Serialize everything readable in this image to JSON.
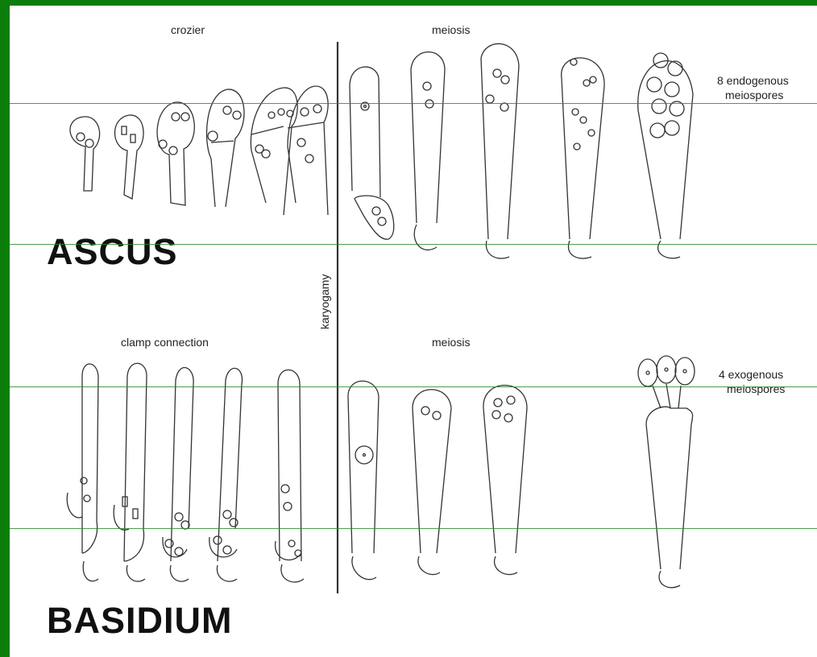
{
  "labels": {
    "crozier": "crozier",
    "meiosis_top": "meiosis",
    "endo_line1": "8 endogenous",
    "endo_line2": "meiospores",
    "ascus": "ASCUS",
    "karyogamy": "karyogamy",
    "clamp": "clamp connection",
    "meiosis_bottom": "meiosis",
    "exo_line1": "4 exogenous",
    "exo_line2": "meiospores",
    "basidium": "BASIDIUM"
  },
  "colors": {
    "frame": "#0b7d0b",
    "panel": "#ffffff",
    "ink": "#222222",
    "guide_line": "#2e8b2e"
  }
}
